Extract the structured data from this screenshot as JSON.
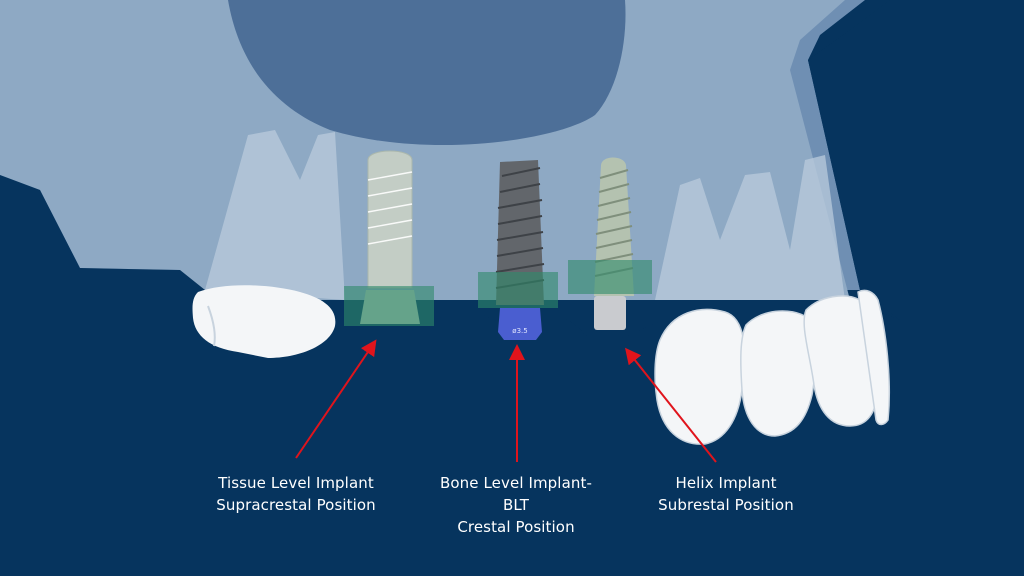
{
  "labels": {
    "tissue_level": {
      "line1": "Tissue Level Implant",
      "line2": "Supracrestal Position"
    },
    "bone_level": {
      "line1": "Bone Level Implant-",
      "line2": "BLT",
      "line3": "Crestal Position"
    },
    "helix": {
      "line1": "Helix Implant",
      "line2": "Subrestal Position"
    }
  },
  "abutment_marking": "ø3.5",
  "colors": {
    "background": "#06345e",
    "bone": "#8ea9c4",
    "sinus": "#4d6f98",
    "soft_tissue_zone": "#2f8a6a",
    "arrow": "#e0141c",
    "tooth": "#f4f6f8",
    "text": "#ffffff"
  }
}
